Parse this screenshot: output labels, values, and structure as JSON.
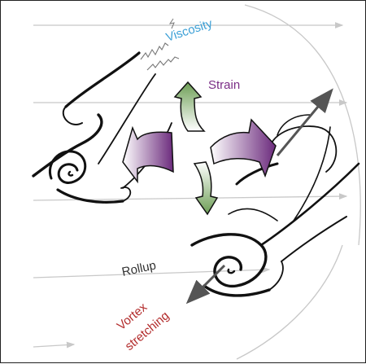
{
  "labels": {
    "viscosity": "Viscosity",
    "strain": "Strain",
    "rollup": "Rollup",
    "vortex_line1": "Vortex",
    "vortex_line2": "stretching"
  },
  "colors": {
    "border": "#222222",
    "streamline": "#c8c8c8",
    "ink": "#111111",
    "viscosity": "#3a9fd6",
    "strain": "#7b2d86",
    "strain_arrow_dark": "#6b2a7c",
    "strain_arrow_light": "#ffffff",
    "green_arrow_dark": "#6d9e55",
    "green_arrow_light": "#ffffff",
    "rollup": "#333333",
    "vortex_stretching": "#b22a2a",
    "axis_arrow": "#555555"
  }
}
